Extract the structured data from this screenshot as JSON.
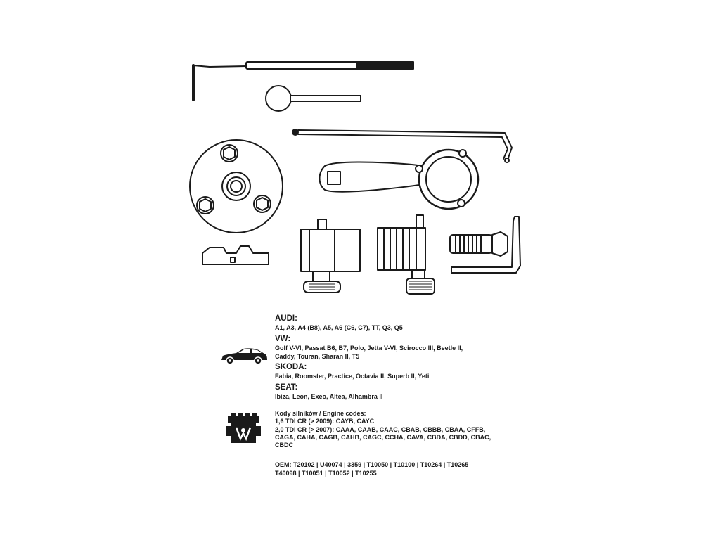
{
  "brands": [
    {
      "name": "AUDI:",
      "models": [
        "A1, A3, A4 (B8), A5, A6 (C6, C7), TT, Q3, Q5"
      ]
    },
    {
      "name": "VW:",
      "models": [
        "Golf V-VI, Passat B6, B7, Polo, Jetta V-VI, Scirocco III, Beetle II,",
        "Caddy, Touran, Sharan II, T5"
      ]
    },
    {
      "name": "SKODA:",
      "models": [
        "Fabia, Roomster, Practice, Octavia II, Superb II, Yeti"
      ]
    },
    {
      "name": "SEAT:",
      "models": [
        "Ibiza, Leon, Exeo, Altea, Alhambra II"
      ]
    }
  ],
  "engine": {
    "heading": "Kody silników / Engine codes:",
    "lines": [
      "1,6 TDI CR (> 2009): CAYB, CAYC",
      "2,0 TDI CR (> 2007): CAAA, CAAB, CAAC, CBAB, CBBB, CBAA, CFFB,",
      "CAGA, CAHA, CAGB, CAHB, CAGC, CCHA, CAVA, CBDA, CBDD, CBAC,",
      "CBDC"
    ]
  },
  "oem": {
    "lines": [
      "OEM: T20102 | U40074 | 3359 | T10050 | T10100 | T10264 | T10265",
      "T40098 | T10051 | T10052 | T10255"
    ]
  },
  "icons": {
    "car": "car-icon",
    "engine": "engine-icon"
  },
  "colors": {
    "ink": "#1a1a1a",
    "background": "#ffffff"
  }
}
